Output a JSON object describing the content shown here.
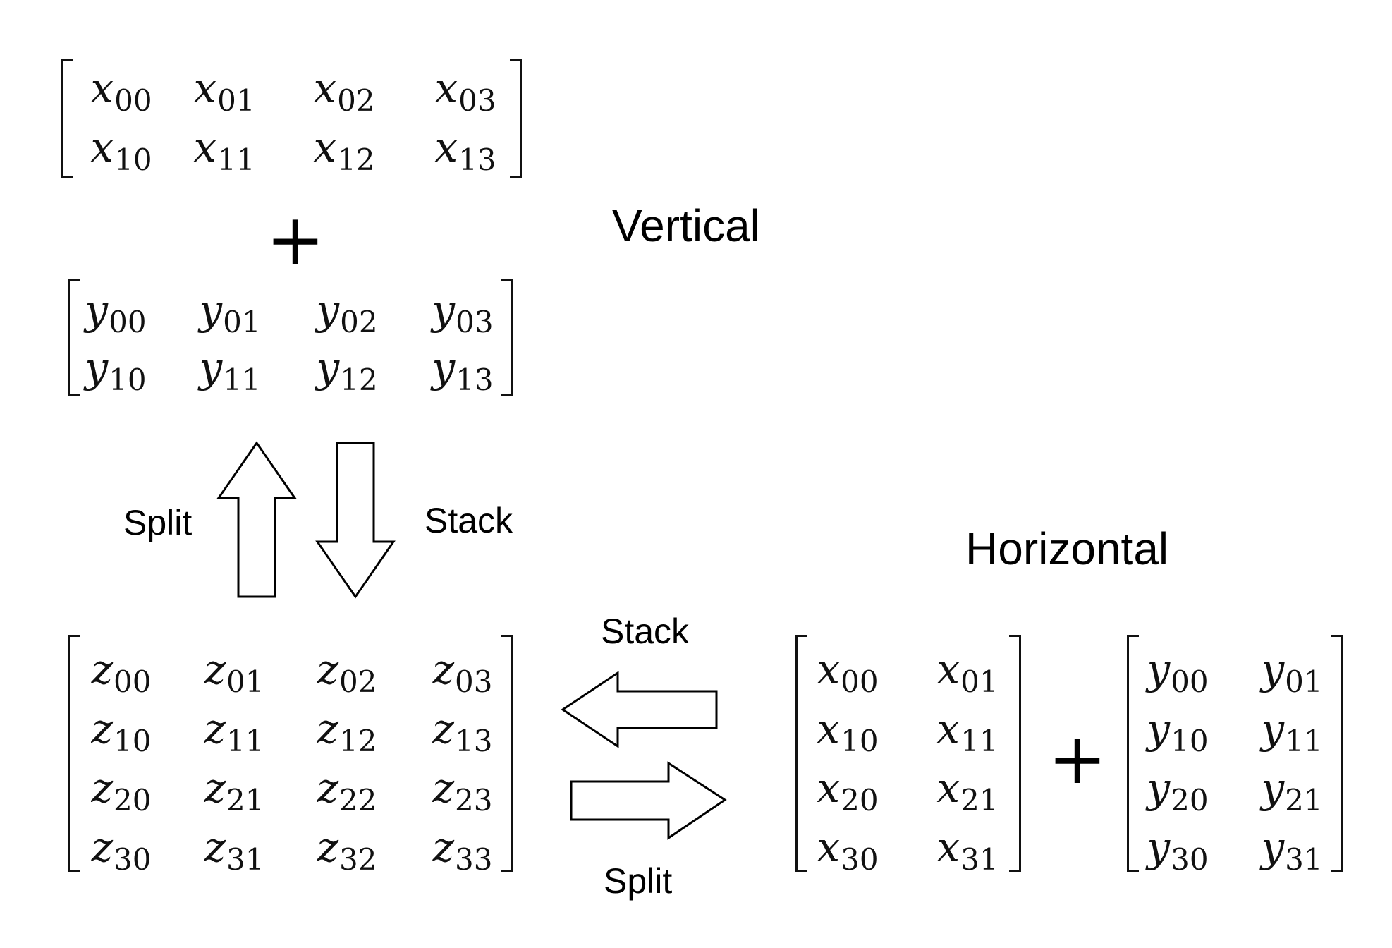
{
  "titles": {
    "vertical": "Vertical",
    "horizontal": "Horizontal"
  },
  "labels": {
    "vertical_split": "Split",
    "vertical_stack": "Stack",
    "horizontal_stack": "Stack",
    "horizontal_split": "Split"
  },
  "plus_symbol": "+",
  "matrices": {
    "x_vertical": {
      "var": "x",
      "rows": [
        [
          "00",
          "01",
          "02",
          "03"
        ],
        [
          "10",
          "11",
          "12",
          "13"
        ]
      ]
    },
    "y_vertical": {
      "var": "y",
      "rows": [
        [
          "00",
          "01",
          "02",
          "03"
        ],
        [
          "10",
          "11",
          "12",
          "13"
        ]
      ]
    },
    "z": {
      "var": "z",
      "rows": [
        [
          "00",
          "01",
          "02",
          "03"
        ],
        [
          "10",
          "11",
          "12",
          "13"
        ],
        [
          "20",
          "21",
          "22",
          "23"
        ],
        [
          "30",
          "31",
          "32",
          "33"
        ]
      ]
    },
    "x_horizontal": {
      "var": "x",
      "rows": [
        [
          "00",
          "01"
        ],
        [
          "10",
          "11"
        ],
        [
          "20",
          "21"
        ],
        [
          "30",
          "31"
        ]
      ]
    },
    "y_horizontal": {
      "var": "y",
      "rows": [
        [
          "00",
          "01"
        ],
        [
          "10",
          "11"
        ],
        [
          "20",
          "21"
        ],
        [
          "30",
          "31"
        ]
      ]
    }
  }
}
